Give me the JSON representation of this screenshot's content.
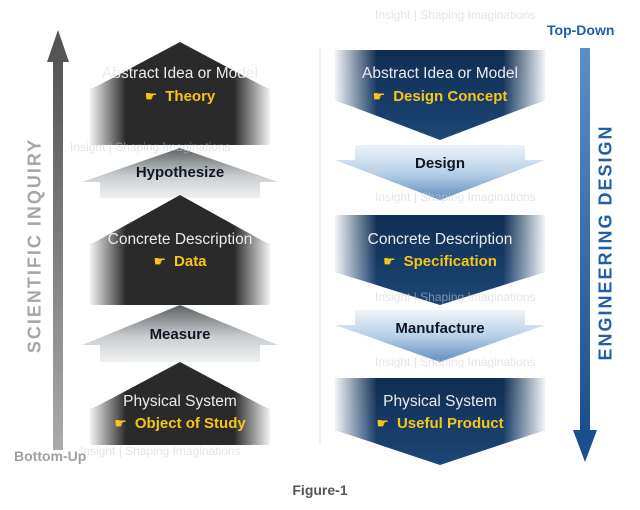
{
  "figure_caption": "Figure-1",
  "watermark": "Insight | Shaping Imaginations",
  "left_axis": {
    "label": "SCIENTIFIC  INQUIRY",
    "direction_label": "Bottom-Up"
  },
  "right_axis": {
    "label": "ENGINEERING  DESIGN",
    "direction_label": "Top-Down"
  },
  "left_column": {
    "top": {
      "title": "Abstract Idea or Model",
      "subtitle": "Theory"
    },
    "step_upper": "Hypothesize",
    "middle": {
      "title": "Concrete Description",
      "subtitle": "Data"
    },
    "step_lower": "Measure",
    "bottom": {
      "title": "Physical System",
      "subtitle": "Object of Study"
    }
  },
  "right_column": {
    "top": {
      "title": "Abstract Idea or Model",
      "subtitle": "Design Concept"
    },
    "step_upper": "Design",
    "middle": {
      "title": "Concrete Description",
      "subtitle": "Specification"
    },
    "step_lower": "Manufacture",
    "bottom": {
      "title": "Physical System",
      "subtitle": "Useful Product"
    }
  },
  "colors": {
    "science_block": "#2a2a2a",
    "engineering_block": "#153a63",
    "step_fill": "#cfd3d6",
    "engineering_step_fill": "#9cbfe0",
    "subtitle_accent": "#f5c518",
    "axis_left": "#9a9a9a",
    "axis_right": "#1f5fa8"
  },
  "icons": {
    "subtitle_marker": "pointing-hand-icon"
  }
}
